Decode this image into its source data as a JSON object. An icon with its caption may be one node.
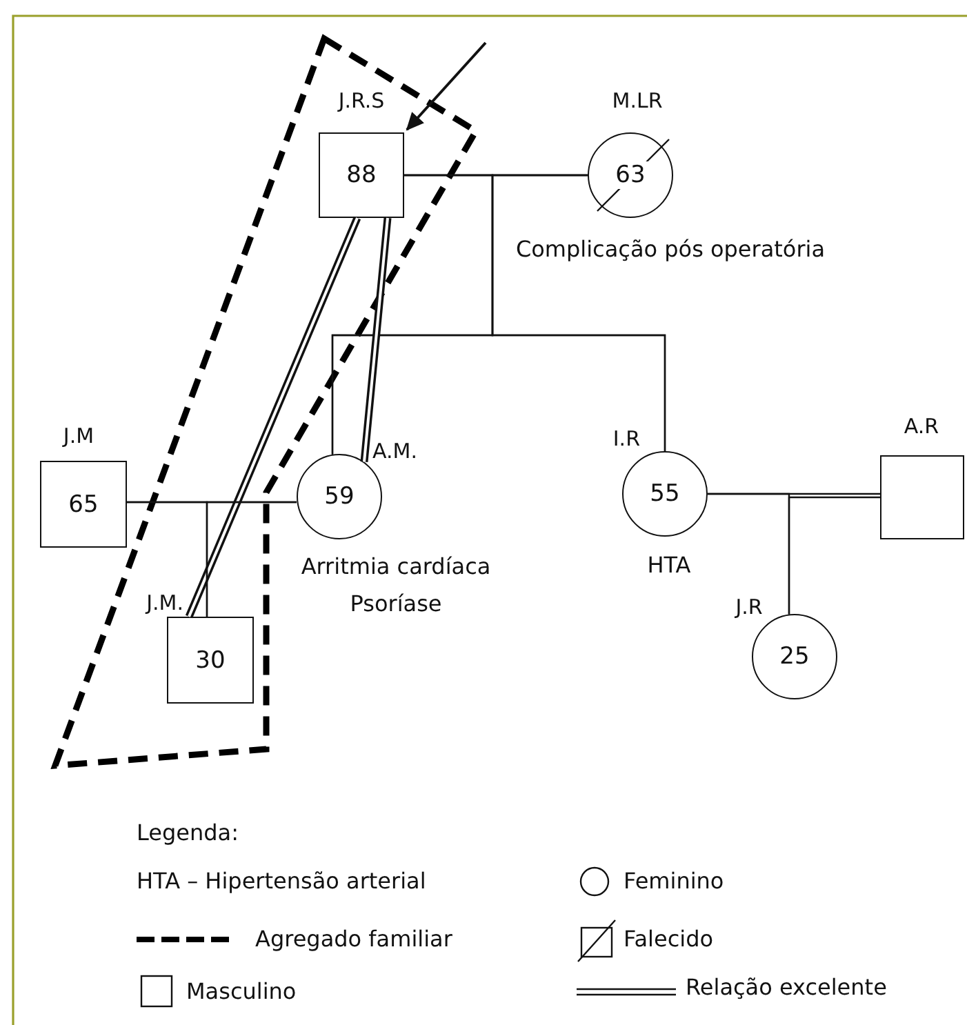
{
  "diagram": {
    "nodes": [
      {
        "text": [
          "J.R.S",
          "88"
        ]
      },
      {
        "text": [
          "M.LR",
          "63"
        ],
        "beside": [
          "Complicação pós operatória"
        ]
      },
      {
        "text": [
          "A.M.",
          "59"
        ],
        "beside": [
          "Arritmia cardíaca",
          "Psoríase"
        ]
      },
      {
        "text": [
          "I.R",
          "55"
        ],
        "beside": [
          "HTA"
        ]
      },
      {
        "text": [
          "J.M",
          "65"
        ]
      },
      {
        "text": [
          "J.M.",
          "30"
        ]
      },
      {
        "text": [
          "A.R"
        ]
      },
      {
        "text": [
          "J.R",
          "25"
        ]
      }
    ],
    "edges": [
      {
        "from": 0,
        "to": 1,
        "arrow": "none"
      },
      {
        "from": 0,
        "to": 2,
        "arrow": "none"
      },
      {
        "from": 1,
        "to": 2,
        "arrow": "none"
      },
      {
        "from": 0,
        "to": 3,
        "arrow": "none"
      },
      {
        "from": 1,
        "to": 3,
        "arrow": "none"
      },
      {
        "from": 0,
        "to": 5,
        "arrow": "none",
        "style": "thick"
      },
      {
        "from": 0,
        "to": 2,
        "arrow": "none",
        "style": "thick"
      },
      {
        "from": 4,
        "to": 2,
        "arrow": "none"
      },
      {
        "from": 4,
        "to": 5,
        "arrow": "none"
      },
      {
        "from": 2,
        "to": 5,
        "arrow": "none"
      },
      {
        "from": 3,
        "to": 6,
        "arrow": "none"
      },
      {
        "from": 3,
        "to": 7,
        "arrow": "none"
      },
      {
        "from": 6,
        "to": 7,
        "arrow": "none"
      },
      {
        "from": null,
        "to": 0,
        "arrow": "to"
      }
    ],
    "labels": [
      "Legenda:",
      "HTA – Hipertensão arterial"
    ],
    "legend": [
      {
        "text": "Feminino"
      },
      {
        "text": "Agregado familiar"
      },
      {
        "text": "Falecido"
      },
      {
        "text": "Masculino"
      },
      {
        "text": "Relação excelente"
      }
    ]
  }
}
